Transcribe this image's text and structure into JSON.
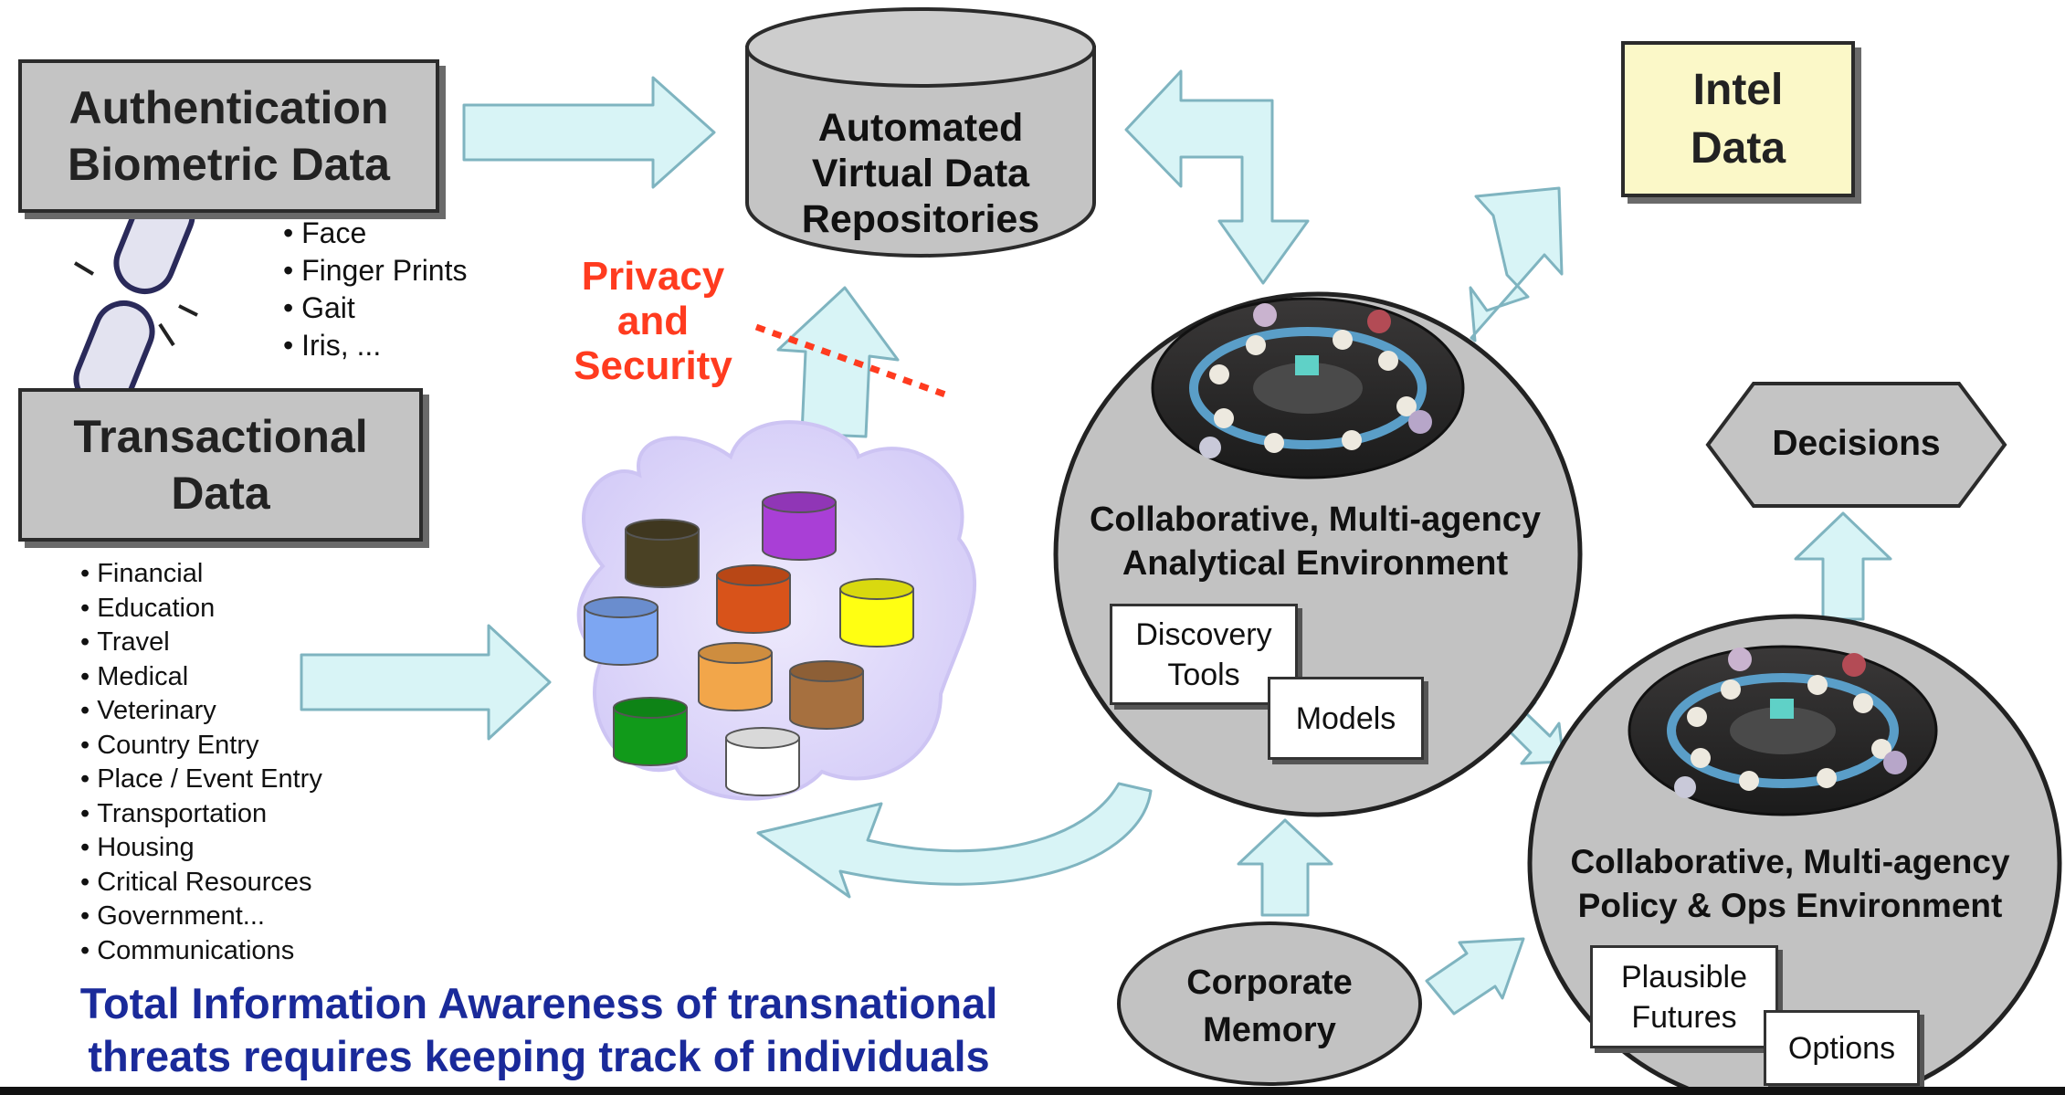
{
  "authentication_box": {
    "line1": "Authentication",
    "line2": "Biometric Data"
  },
  "biometric_items": [
    "Face",
    "Finger Prints",
    "Gait",
    "Iris, ..."
  ],
  "transactional_box": {
    "line1": "Transactional",
    "line2": "Data"
  },
  "transactional_items": [
    "Financial",
    "Education",
    "Travel",
    "Medical",
    "Veterinary",
    "Country Entry",
    "Place / Event Entry",
    "Transportation",
    "Housing",
    "Critical Resources",
    "Government...",
    "Communications"
  ],
  "repository": {
    "line1": "Automated",
    "line2": "Virtual Data",
    "line3": "Repositories"
  },
  "privacy": {
    "line1": "Privacy",
    "line2": "and",
    "line3": "Security"
  },
  "intel_box": {
    "line1": "Intel",
    "line2": "Data"
  },
  "decisions_label": "Decisions",
  "analytical_env": {
    "line1": "Collaborative, Multi-agency",
    "line2": "Analytical Environment",
    "tool1": {
      "line1": "Discovery",
      "line2": "Tools"
    },
    "tool2": "Models"
  },
  "policy_env": {
    "line1": "Collaborative, Multi-agency",
    "line2": "Policy & Ops Environment",
    "tool1": {
      "line1": "Plausible",
      "line2": "Futures"
    },
    "tool2": "Options"
  },
  "corporate_memory": {
    "line1": "Corporate",
    "line2": "Memory"
  },
  "caption": {
    "line1": "Total Information Awareness of transnational",
    "line2": "threats requires keeping track of individuals"
  },
  "colors": {
    "arrow_fill": "#d8f4f6",
    "arrow_stroke": "#7fb4c0",
    "box_fill": "#c4c4c4",
    "intel_fill": "#fbf8c8",
    "privacy_red": "#ff3b1f",
    "caption_blue": "#1a2a9a",
    "cloud": "#ddd6fb",
    "db_colors": [
      "#4a4124",
      "#a93fd6",
      "#d8531a",
      "#ffff12",
      "#7da6f2",
      "#f2a64a",
      "#a6703f",
      "#119a1a",
      "#ffffff"
    ]
  },
  "icons": {
    "chain": "broken-chain-icon",
    "room_photo": "command-center-photo"
  }
}
